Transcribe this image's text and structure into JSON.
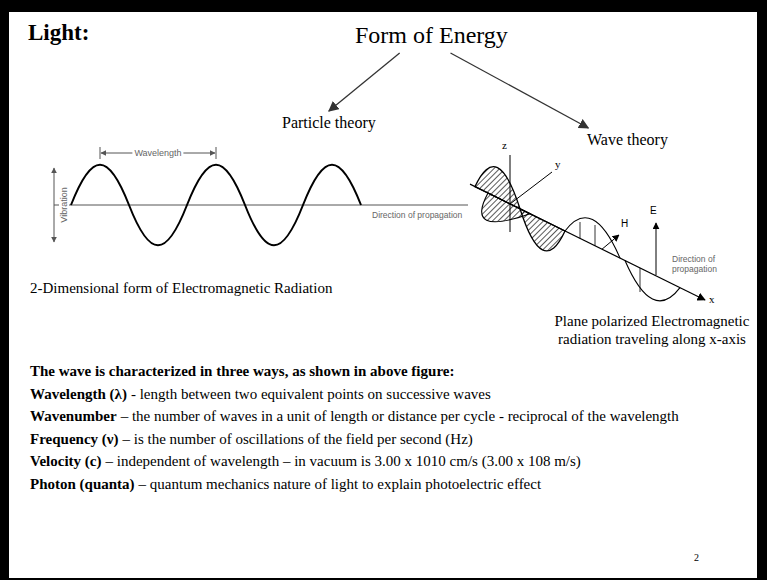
{
  "diagram": {
    "title": "Light:",
    "nodes": [
      {
        "text": [
          "Form of Energy"
        ]
      },
      {
        "text": [
          "Particle theory"
        ]
      },
      {
        "text": [
          "Wave theory"
        ]
      }
    ],
    "edges": [
      {
        "from": 0,
        "to": 1,
        "arrow": "to"
      },
      {
        "from": 0,
        "to": 2,
        "arrow": "to"
      }
    ],
    "labels": [
      "Wavelength",
      "Vibration",
      "Direction of propagation",
      "2-Dimensional form of Electromagnetic Radiation",
      "z",
      "y",
      "H",
      "E",
      "Direction of propagation",
      "x",
      "Plane polarized Electromagnetic radiation traveling along x-axis",
      "The wave is characterized in three ways, as shown in above figure:",
      "Wavelength (λ)",
      "- length between two equivalent points on successive waves",
      "Wavenumber",
      "– the number of waves in a unit of length or distance per cycle - reciprocal of the wavelength",
      "Frequency (ν)",
      "– is the number of oscillations of the field per second (Hz)",
      "Velocity (c)",
      "– independent of wavelength – in vacuum is 3.00 x 1010 cm/s (3.00 x 108 m/s)",
      "Photon (quanta)",
      "– quantum mechanics nature of light to explain photoelectric effect",
      "2"
    ]
  }
}
